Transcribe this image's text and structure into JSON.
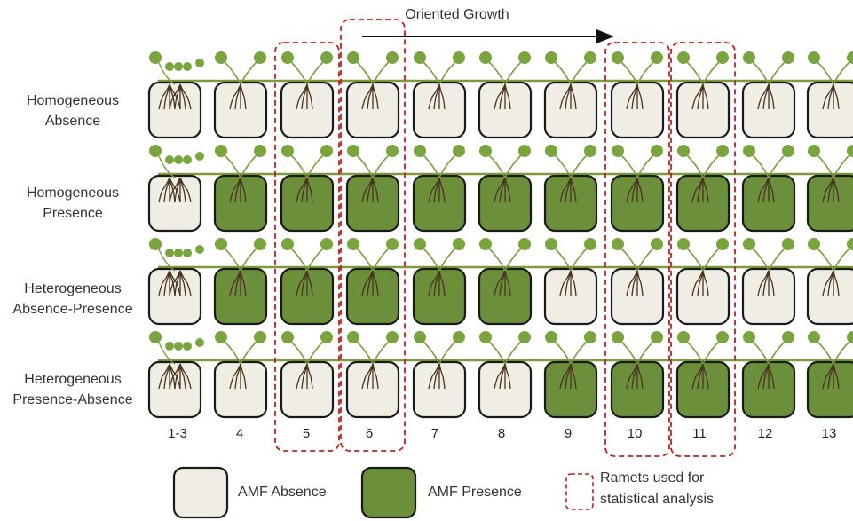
{
  "header": {
    "growth_label": "Oriented Growth"
  },
  "colors": {
    "absence_fill": "#f0ede4",
    "presence_fill": "#6b8f3a",
    "box_border": "#1a1a1a",
    "plant_green": "#7aa53e",
    "stolon_green": "#7e9b3b",
    "root_brown": "#4a3420",
    "dash_red": "#c0201e"
  },
  "rows": [
    {
      "label_lines": [
        "Homogeneous",
        "Absence"
      ],
      "pattern": [
        "absence",
        "absence",
        "absence",
        "absence",
        "absence",
        "absence",
        "absence",
        "absence",
        "absence",
        "absence",
        "absence",
        "absence"
      ]
    },
    {
      "label_lines": [
        "Homogeneous",
        "Presence"
      ],
      "pattern": [
        "absence",
        "presence",
        "presence",
        "presence",
        "presence",
        "presence",
        "presence",
        "presence",
        "presence",
        "presence",
        "presence",
        "presence"
      ]
    },
    {
      "label_lines": [
        "Heterogeneous",
        "Absence-Presence"
      ],
      "pattern": [
        "absence",
        "presence",
        "presence",
        "presence",
        "presence",
        "presence",
        "absence",
        "absence",
        "absence",
        "absence",
        "absence",
        "absence"
      ]
    },
    {
      "label_lines": [
        "Heterogeneous",
        "Presence-Absence"
      ],
      "pattern": [
        "absence",
        "absence",
        "absence",
        "absence",
        "absence",
        "absence",
        "presence",
        "presence",
        "presence",
        "presence",
        "presence",
        "presence"
      ]
    }
  ],
  "columns": [
    "1-3",
    "4",
    "5",
    "6",
    "7",
    "8",
    "9",
    "10",
    "11",
    "12",
    "13"
  ],
  "highlighted_columns": [
    "5",
    "6",
    "10",
    "11"
  ],
  "legend": {
    "absence_label": "AMF Absence",
    "presence_label": "AMF Presence",
    "ramets_line1": "Ramets used for",
    "ramets_line2": "statistical analysis"
  }
}
